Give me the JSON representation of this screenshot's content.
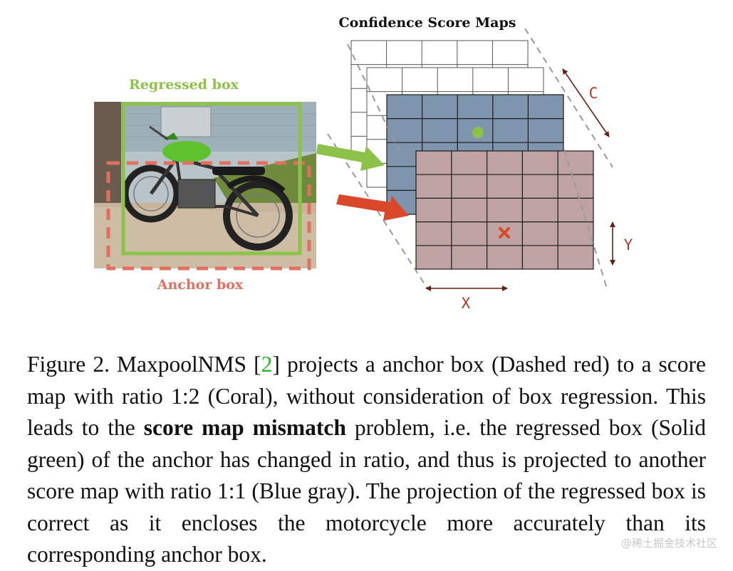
{
  "figure": {
    "map_title": "Confidence Score Maps",
    "regressed_label": "Regressed box",
    "anchor_label": "Anchor box",
    "dim_c": "C",
    "dim_x": "X",
    "dim_y": "Y",
    "photo_icon": "motorcycle-photo",
    "colors": {
      "regressed": "#8dc24a",
      "anchor": "#e07060",
      "anchor_arrow": "#d9482a",
      "blue_gray": "#7f95ad",
      "coral": "#bfa3a3",
      "grid_line": "#1a1a1a",
      "title": "#111111"
    }
  },
  "caption": {
    "part1": "Figure 2. MaxpoolNMS [",
    "ref": "2",
    "part2": "] projects a anchor box (Dashed red) to a score map with ratio 1:2 (Coral), without consideration of box regression.  This leads to the ",
    "bold": "score map mismatch",
    "part3": " problem, i.e. the regressed box (Solid green) of the anchor has changed in ratio, and thus is projected to another score map with ratio 1:1 (Blue gray). The projection of the regressed box is correct as it encloses the motorcycle more accurately than its corresponding anchor box."
  },
  "watermark": "@稀土掘金技术社区"
}
